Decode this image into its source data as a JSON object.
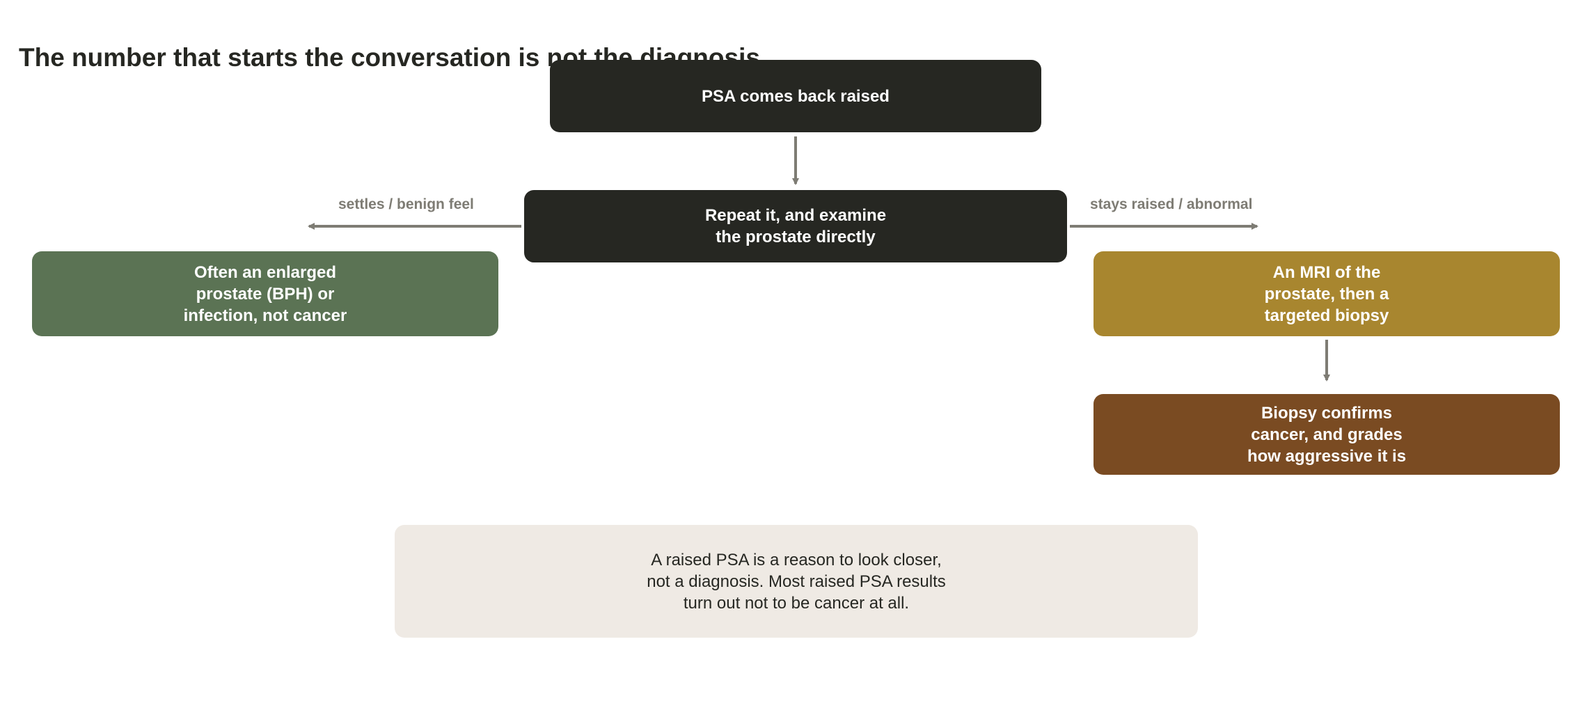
{
  "title": "The number that starts the conversation is not the diagnosis",
  "nodes": {
    "psa": "PSA comes back raised",
    "repeat": "Repeat it, and examine\nthe prostate directly",
    "benign": "Often an enlarged\nprostate (BPH) or\ninfection, not cancer",
    "mri": "An MRI of the\nprostate, then a\ntargeted biopsy",
    "biopsy": "Biopsy confirms\ncancer, and grades\nhow aggressive it is"
  },
  "edges": {
    "left_label": "settles / benign feel",
    "right_label": "stays raised / abnormal"
  },
  "note": "A raised PSA is a reason to look closer,\nnot a diagnosis. Most raised PSA results\nturn out not to be cancer at all.",
  "colors": {
    "dark": "#262722",
    "green": "#5b7354",
    "gold": "#a8862f",
    "brown": "#7a4b22",
    "note_bg": "#efeae4",
    "note_text": "#262722",
    "arrow": "#7e7c74",
    "label": "#7e7c74"
  }
}
